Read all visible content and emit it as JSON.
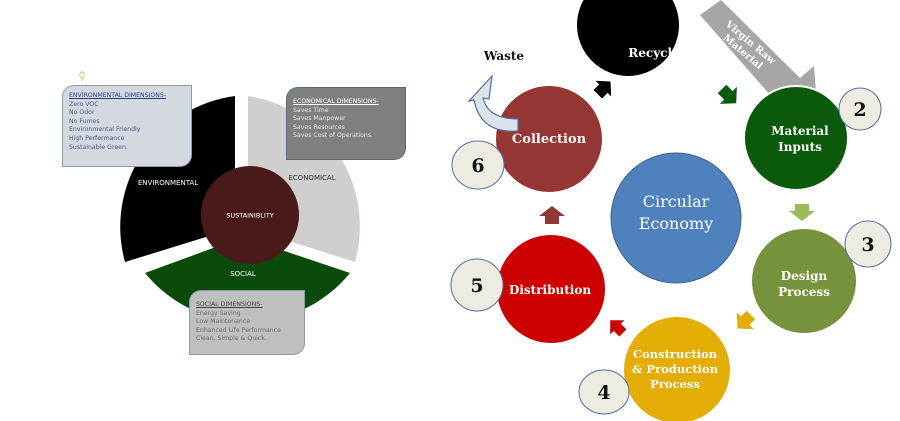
{
  "sustainability_diagram": {
    "center_label": "SUSTAINIBLITY",
    "segments": [
      {
        "key": "environmental",
        "label": "ENVIRONMENTAL",
        "color": "#000000"
      },
      {
        "key": "economical",
        "label": "ECONOMICAL",
        "color": "#d0cecf"
      },
      {
        "key": "social",
        "label": "SOCIAL",
        "color": "#0a4a0a"
      }
    ],
    "center_color": "#4a1a1a",
    "environmental_box": {
      "heading": "ENVIRONMENTAL DIMENSIONS-",
      "items": [
        "Zero VOC",
        "No Odor",
        "No Fumes",
        "Environmental Friendly",
        "High Performance",
        "Sustainable Green."
      ]
    },
    "economical_box": {
      "heading": "ECONOMICAL DIMENSIONS-",
      "items": [
        "Saves Time",
        "Saves Manpower",
        "Saves Resources",
        "Saves Cost of Operations."
      ]
    },
    "social_box": {
      "heading": "SOCIAL DIMENSIONS-",
      "items": [
        "Energy Saving",
        "Low Maintenance",
        "Enhanced Life Performance",
        "Clean, Simple & Quick."
      ]
    }
  },
  "circular_economy_diagram": {
    "center_label": [
      "Circular",
      "Economy"
    ],
    "center_color": "#4f81bd",
    "stages": [
      {
        "name": "recycling",
        "label": [
          "Recycling"
        ],
        "number": null,
        "color": "#000000"
      },
      {
        "name": "material-inputs",
        "label": [
          "Material",
          "Inputs"
        ],
        "number": "2",
        "color": "#0b5a0b"
      },
      {
        "name": "design-process",
        "label": [
          "Design",
          "Process"
        ],
        "number": "3",
        "color": "#76923c"
      },
      {
        "name": "construction-production",
        "label": [
          "Construction",
          "& Production",
          "Process"
        ],
        "number": "4",
        "color": "#e4ad05"
      },
      {
        "name": "distribution",
        "label": [
          "Distribution"
        ],
        "number": "5",
        "color": "#cc0000"
      },
      {
        "name": "collection",
        "label": [
          "Collection"
        ],
        "number": "6",
        "color": "#943634"
      }
    ],
    "waste_label": "Waste",
    "virgin_arrow_label": [
      "Virgin Raw",
      "Material"
    ]
  }
}
